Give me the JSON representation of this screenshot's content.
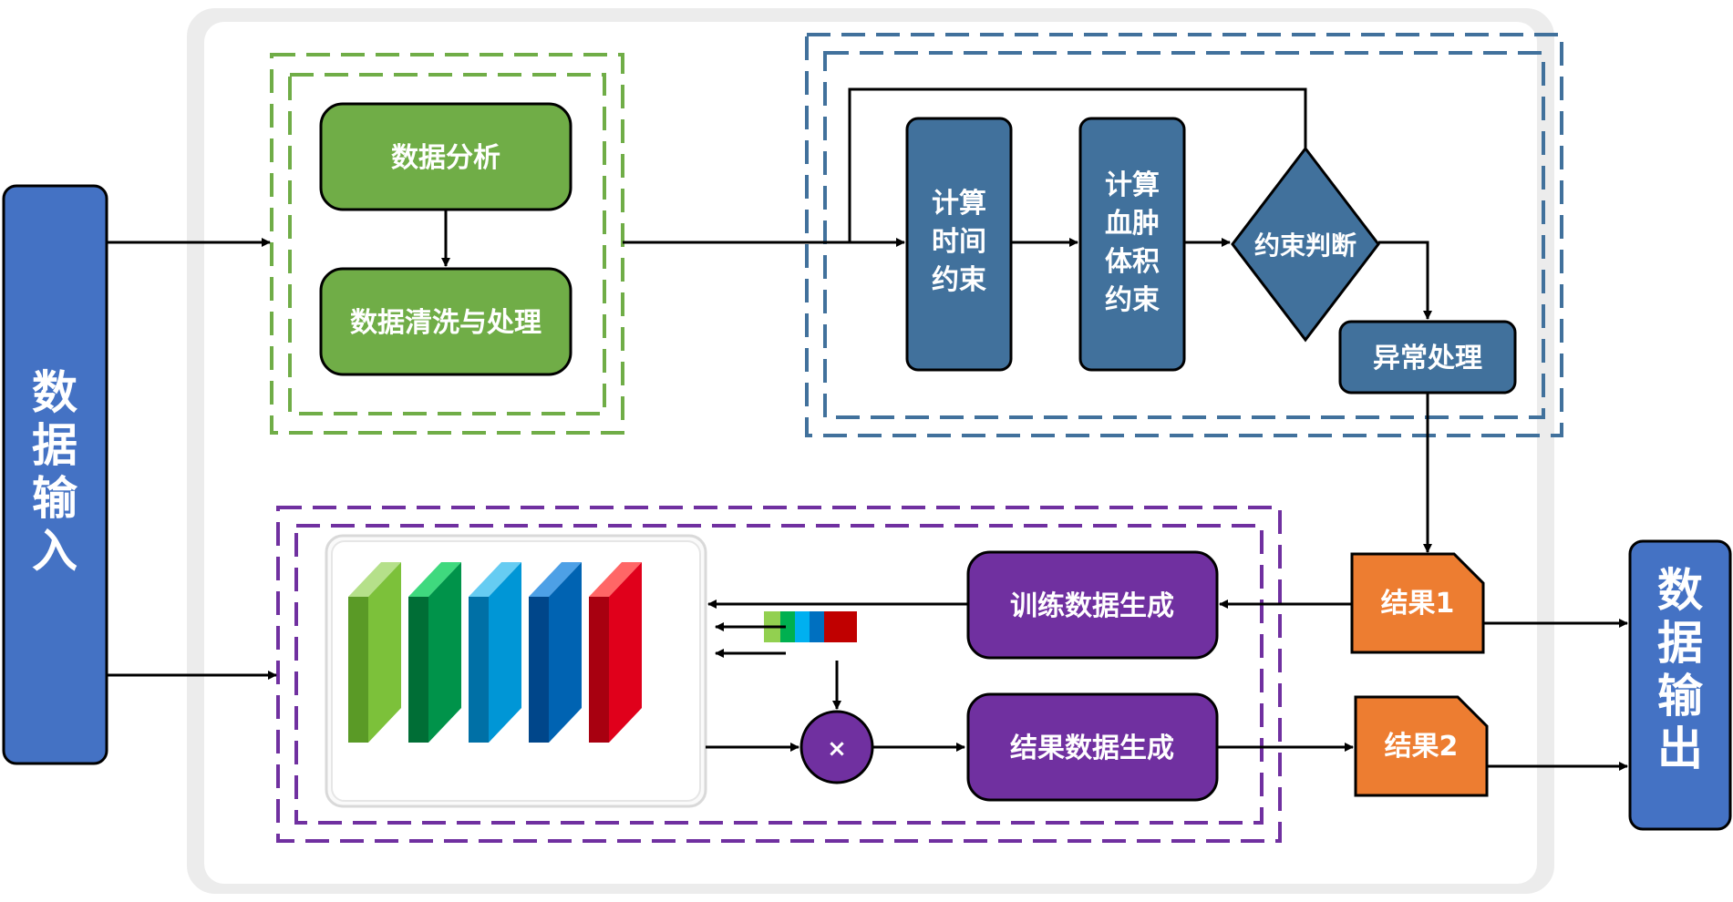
{
  "nodes": {
    "data_input": "数据输入",
    "data_output": "数据输出",
    "data_analysis": "数据分析",
    "data_cleaning": "数据清洗与处理",
    "time_constraint": [
      "计算",
      "时间",
      "约束"
    ],
    "volume_constraint": [
      "计算",
      "血肿",
      "体积",
      "约束"
    ],
    "constraint_judge": "约束判断",
    "exception_handling": "异常处理",
    "result1": "结果1",
    "result2": "结果2",
    "train_data_gen": "训练数据生成",
    "result_data_gen": "结果数据生成",
    "multiply_symbol": "×"
  },
  "colors": {
    "input_blue": "#4472C4",
    "green_box": "#70AD47",
    "steel_blue": "#41719C",
    "purple": "#7030A0",
    "orange": "#ED7D31",
    "panel_bg": "#F2F2F2",
    "green_dash": "#70AD47",
    "blue_dash": "#41719C",
    "purple_dash": "#7030A0"
  },
  "feature_layers": [
    {
      "name": "layer-1",
      "front": "#7CC13A",
      "top": "#B5E08A",
      "side": "#5A9A26"
    },
    {
      "name": "layer-2",
      "front": "#00934A",
      "top": "#3FD97E",
      "side": "#006E36"
    },
    {
      "name": "layer-3",
      "front": "#0096D6",
      "top": "#66CCF2",
      "side": "#0070A6"
    },
    {
      "name": "layer-4",
      "front": "#0063B2",
      "top": "#4DA0E6",
      "side": "#00468A"
    },
    {
      "name": "layer-5",
      "front": "#E0001B",
      "top": "#FF6666",
      "side": "#A80010"
    }
  ],
  "attention_strip": [
    "#92D050",
    "#00B050",
    "#00B0F0",
    "#0070C0",
    "#C00000"
  ]
}
